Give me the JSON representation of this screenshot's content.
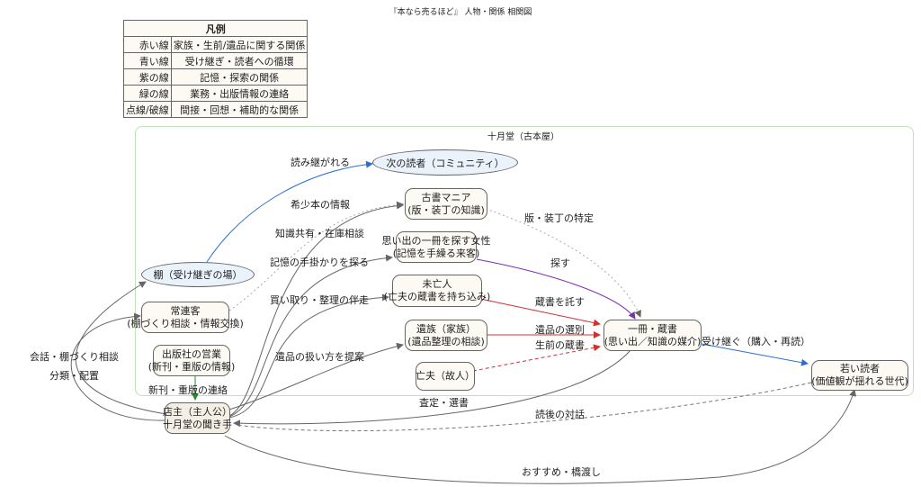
{
  "title": "『本なら売るほど』 人物・関係 相関図",
  "legend": {
    "header": "凡例",
    "rows": [
      {
        "key": "赤い線",
        "value": "家族・生前/遺品に関する関係"
      },
      {
        "key": "青い線",
        "value": "受け継ぎ・読者への循環"
      },
      {
        "key": "紫の線",
        "value": "記憶・探索の関係"
      },
      {
        "key": "緑の線",
        "value": "業務・出版情報の連絡"
      },
      {
        "key": "点線/破線",
        "value": "間接・回想・補助的な関係"
      }
    ]
  },
  "cluster_label": "十月堂（古本屋）",
  "nodes": {
    "next_reader": "次の読者（コミュニティ）",
    "collector": [
      "古書マニア",
      "(版・装丁の知識)"
    ],
    "woman": [
      "思い出の一冊を探す女性",
      "(記憶を手繰る来客)"
    ],
    "widow": [
      "未亡人",
      "(亡夫の蔵書を持ち込み)"
    ],
    "family": [
      "遺族（家族）",
      "(遺品整理の相談)"
    ],
    "late_husband": "亡夫（故人）",
    "book": [
      "一冊・蔵書",
      "(思い出／知識の媒介)"
    ],
    "young_reader": [
      "若い読者",
      "(価値観が揺れる世代)"
    ],
    "shelf": "棚（受け継ぎの場）",
    "regular": [
      "常連客",
      "(棚づくり相談・情報交換)"
    ],
    "publisher": [
      "出版社の営業",
      "(新刊・重版の情報)"
    ],
    "owner": [
      "店主（主人公）",
      "十月堂の聞き手"
    ]
  },
  "edge_labels": {
    "inherited": "読み継がれる",
    "rare_info": "希少本の情報",
    "knowledge_share": "知識共有・在庫相談",
    "memory_clue": "記憶の手掛かりを探る",
    "buyback": "買い取り・整理の伴走",
    "handling": "遺品の扱い方を提案",
    "edition": "版・装丁の特定",
    "search": "探す",
    "entrust": "蔵書を託す",
    "select": "遺品の選別",
    "lifetime": "生前の蔵書",
    "pass_on": "受け継ぐ（購入・再読）",
    "appraise": "査定・選書",
    "after_talk": "読後の対話",
    "recommend": "おすすめ・橋渡し",
    "conversation": "会話・棚づくり相談",
    "classify": "分類・配置",
    "new_release": "新刊・重版の連絡"
  },
  "colors": {
    "red": "#d03030",
    "blue": "#2a6fd0",
    "purple": "#7a2fb0",
    "green": "#2a8a2a",
    "gray": "#666666"
  }
}
